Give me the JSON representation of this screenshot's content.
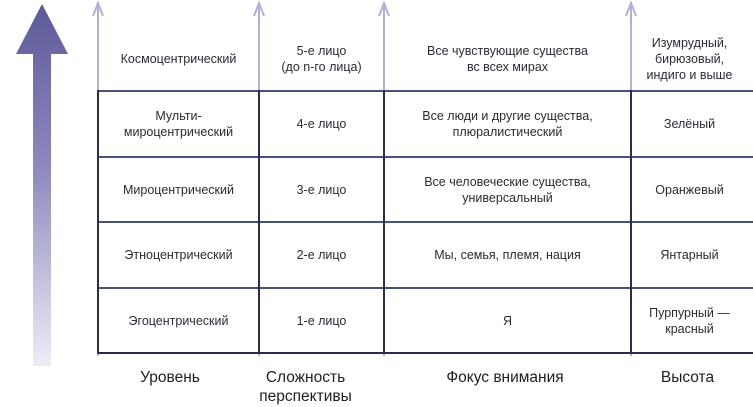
{
  "columns": [
    {
      "label": "Уровень"
    },
    {
      "label": "Сложность\nперспективы"
    },
    {
      "label": "Фокус внимания"
    },
    {
      "label": "Высота"
    }
  ],
  "rows": [
    {
      "level": "Космоцентрический",
      "perspective": "5-е лицо\n(до n-го лица)",
      "focus": "Все чувствующие существа\nвс всех мирах",
      "altitude": "Изумрудный,\nбирюзовый,\nиндиго и выше"
    },
    {
      "level": "Мульти-\nмироцентрический",
      "perspective": "4-е лицо",
      "focus": "Все люди и другие существа,\nплюралистический",
      "altitude": "Зелёный"
    },
    {
      "level": "Мироцентрический",
      "perspective": "3-е лицо",
      "focus": "Все человеческие существа,\nуниверсальный",
      "altitude": "Оранжевый"
    },
    {
      "level": "Этноцентрический",
      "perspective": "2-е лицо",
      "focus": "Мы, семья, племя, нация",
      "altitude": "Янтарный"
    },
    {
      "level": "Эгоцентрический",
      "perspective": "1-е лицо",
      "focus": "Я",
      "altitude": "Пурпурный —\nкрасный"
    }
  ],
  "colors": {
    "big_arrow_top": "#5d5a9a",
    "big_arrow_bottom": "#eeedf6",
    "column_arrow": "#b2b0d6",
    "row_line": "#4a4f7e",
    "frame_line": "#2b2d4a"
  }
}
